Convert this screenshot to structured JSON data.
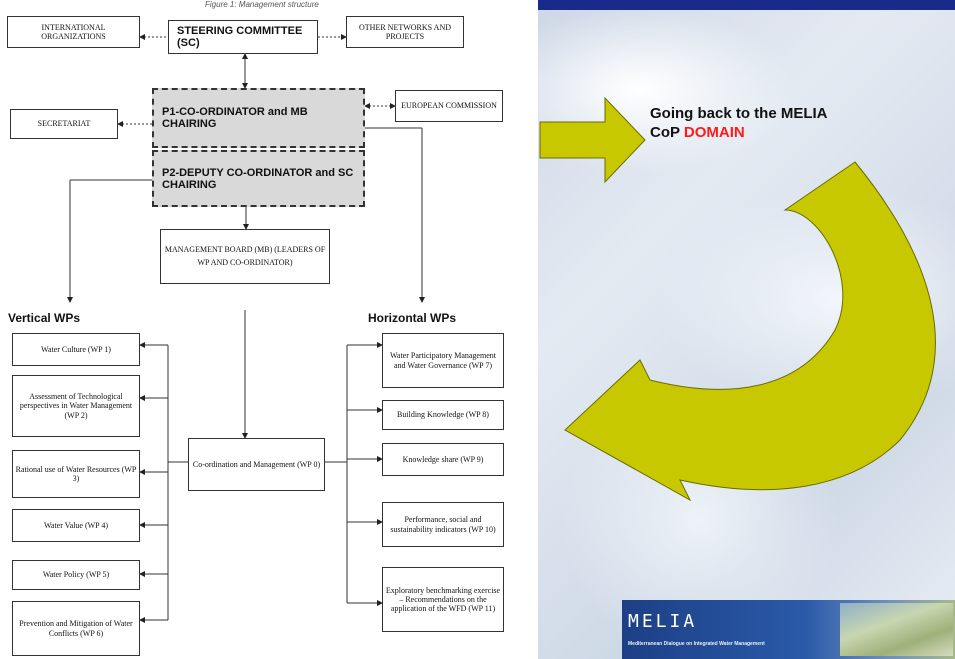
{
  "figure": {
    "caption": "Figure 1: Management structure",
    "boxes": {
      "intl_orgs": "INTERNATIONAL ORGANIZATIONS",
      "steering": "STEERING COMMITTEE (SC)",
      "other_networks": "OTHER NETWORKS AND PROJECTS",
      "secretariat": "SECRETARIAT",
      "p1": "P1-CO-ORDINATOR and MB CHAIRING",
      "european_commission": "EUROPEAN COMMISSION",
      "p2": "P2-DEPUTY CO-ORDINATOR and SC CHAIRING",
      "mgmt_board": "MANAGEMENT BOARD (MB) (LEADERS OF WP AND CO-ORDINATOR)",
      "coordination": "Co-ordination and Management (WP 0)"
    },
    "vertical_header": "Vertical WPs",
    "horizontal_header": "Horizontal WPs",
    "vertical_wps": [
      "Water Culture (WP 1)",
      "Assessment of Technological perspectives in Water Management (WP 2)",
      "Rational use of Water Resources (WP 3)",
      "Water Value (WP 4)",
      "Water Policy (WP 5)",
      "Prevention and Mitigation of Water Conflicts (WP 6)"
    ],
    "horizontal_wps": [
      "Water Participatory Management and Water Governance (WP 7)",
      "Building Knowledge (WP 8)",
      "Knowledge share (WP 9)",
      "Performance, social and sustainability indicators (WP 10)",
      "Exploratory benchmarking exercise – Recommendations on the application of the WFD (WP 11)"
    ]
  },
  "slide": {
    "title_part1": "Going back to the MELIA",
    "title_part2": "CoP ",
    "title_highlight": "DOMAIN",
    "highlight_color": "#ff1a1a",
    "arrow_color": "#c8c800"
  },
  "logo": {
    "name": "MELIA",
    "subtitle": "Mediterranean Dialogue on Integrated Water Management"
  }
}
